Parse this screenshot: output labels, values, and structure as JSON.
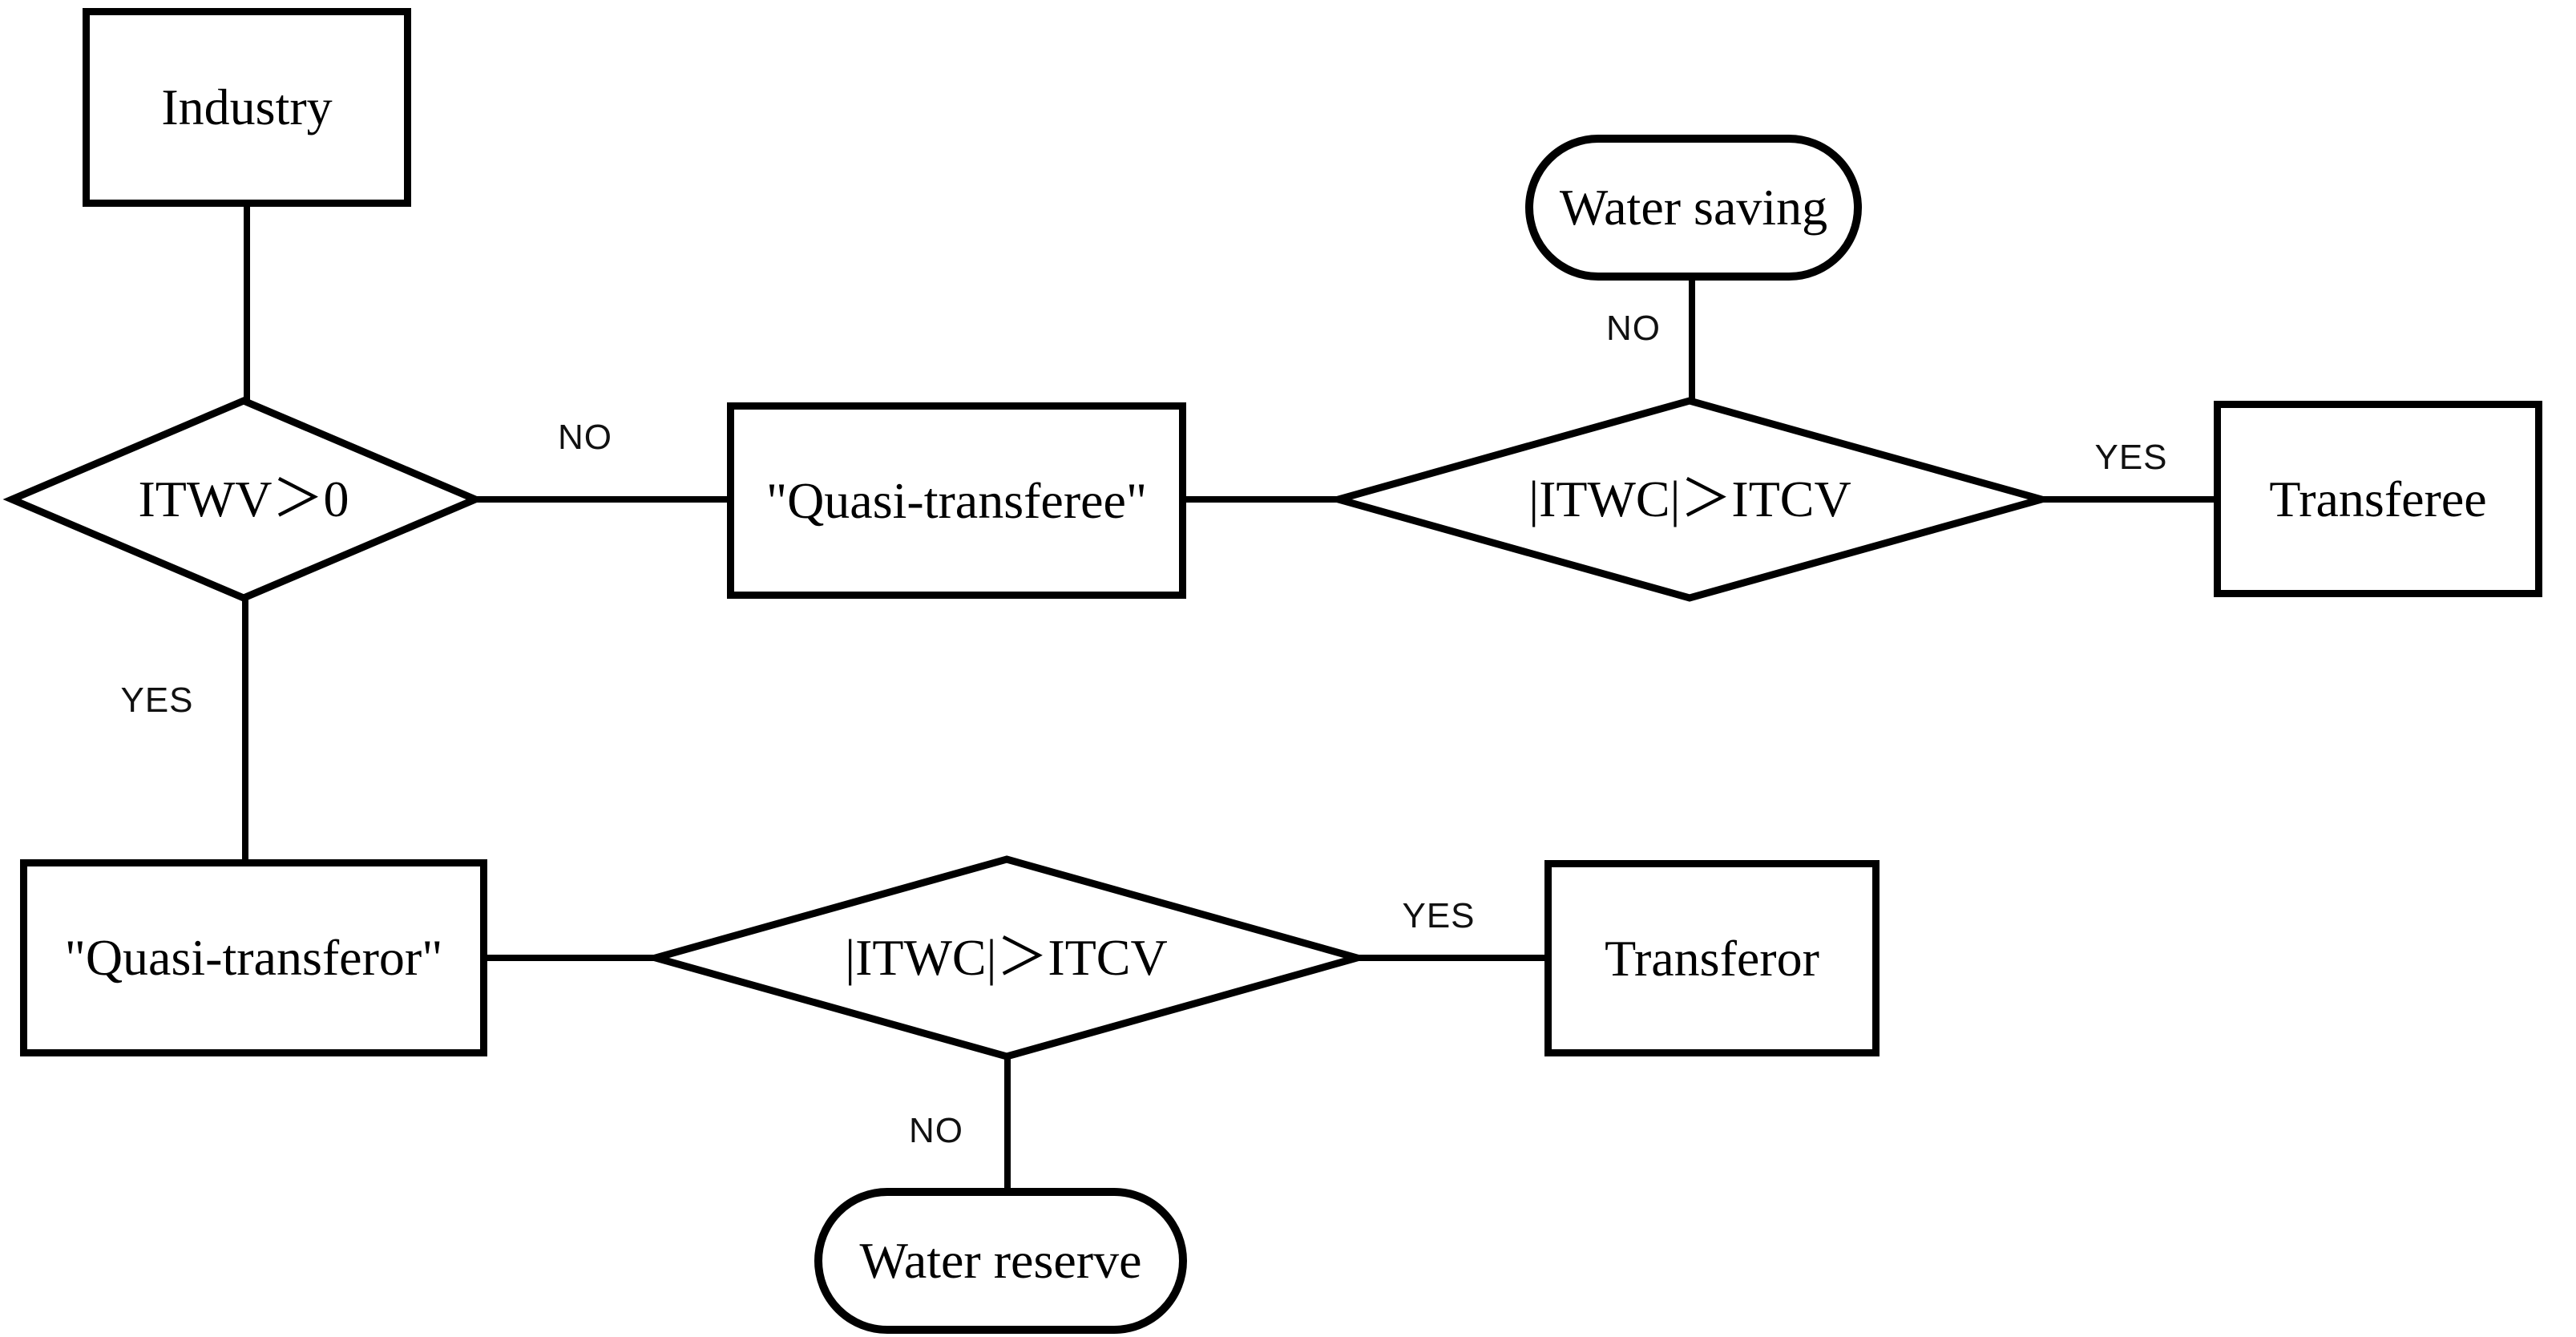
{
  "figure": {
    "background_color": "#ffffff",
    "line_color": "#000000",
    "kind": "flowchart"
  },
  "nodes": {
    "industry": {
      "label": "Industry",
      "type": "process"
    },
    "itwv": {
      "label": "ITWV＞0",
      "type": "decision"
    },
    "quasi_transferee": {
      "label": "\"Quasi-transferee\"",
      "type": "process"
    },
    "itwc_top": {
      "label": "|ITWC|＞ITCV",
      "type": "decision"
    },
    "water_saving": {
      "label": "Water saving",
      "type": "terminator"
    },
    "transferee": {
      "label": "Transferee",
      "type": "process"
    },
    "quasi_transferor": {
      "label": "\"Quasi-transferor\"",
      "type": "process"
    },
    "itwc_bottom": {
      "label": "|ITWC|＞ITCV",
      "type": "decision"
    },
    "transferor": {
      "label": "Transferor",
      "type": "process"
    },
    "water_reserve": {
      "label": "Water reserve",
      "type": "terminator"
    }
  },
  "edge_labels": {
    "itwv_no": "NO",
    "itwv_yes": "YES",
    "water_saving_no": "NO",
    "itwc_top_yes": "YES",
    "itwc_bottom_yes": "YES",
    "itwc_bottom_no": "NO"
  }
}
